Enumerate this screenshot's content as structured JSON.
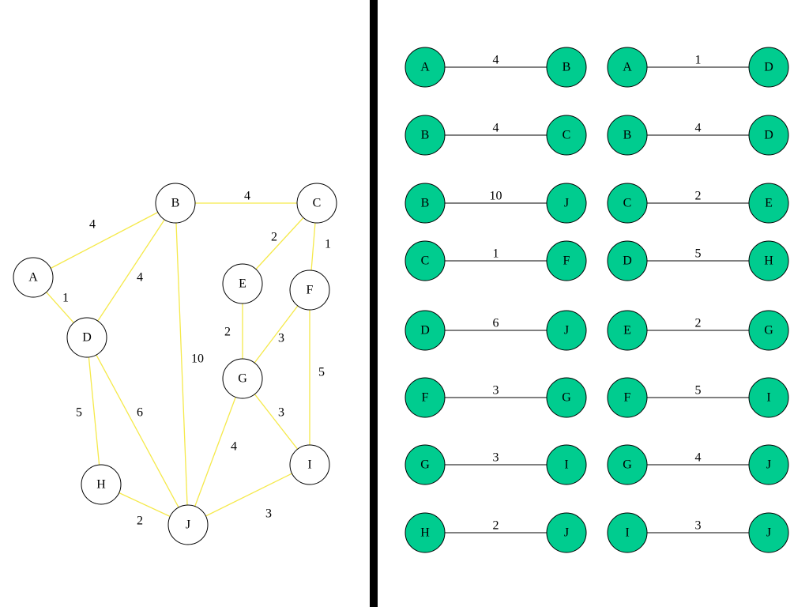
{
  "colors": {
    "background": "#ffffff",
    "graph_edge": "#f5e94a",
    "node_stroke": "#000000",
    "graph_node_fill": "#ffffff",
    "list_node_fill": "#00cc8f",
    "list_edge": "#000000",
    "divider": "#000000"
  },
  "graph": {
    "nodes": [
      "A",
      "B",
      "C",
      "D",
      "E",
      "F",
      "G",
      "H",
      "I",
      "J"
    ],
    "edges": [
      {
        "from": "A",
        "to": "B",
        "weight": "4"
      },
      {
        "from": "A",
        "to": "D",
        "weight": "1"
      },
      {
        "from": "B",
        "to": "C",
        "weight": "4"
      },
      {
        "from": "B",
        "to": "D",
        "weight": "4"
      },
      {
        "from": "B",
        "to": "J",
        "weight": "10"
      },
      {
        "from": "C",
        "to": "E",
        "weight": "2"
      },
      {
        "from": "C",
        "to": "F",
        "weight": "1"
      },
      {
        "from": "D",
        "to": "H",
        "weight": "5"
      },
      {
        "from": "D",
        "to": "J",
        "weight": "6"
      },
      {
        "from": "E",
        "to": "G",
        "weight": "2"
      },
      {
        "from": "F",
        "to": "G",
        "weight": "3"
      },
      {
        "from": "F",
        "to": "I",
        "weight": "5"
      },
      {
        "from": "G",
        "to": "I",
        "weight": "3"
      },
      {
        "from": "G",
        "to": "J",
        "weight": "4"
      },
      {
        "from": "H",
        "to": "J",
        "weight": "2"
      },
      {
        "from": "I",
        "to": "J",
        "weight": "3"
      }
    ]
  },
  "edge_list": [
    {
      "from": "A",
      "to": "B",
      "weight": "4"
    },
    {
      "from": "A",
      "to": "D",
      "weight": "1"
    },
    {
      "from": "B",
      "to": "C",
      "weight": "4"
    },
    {
      "from": "B",
      "to": "D",
      "weight": "4"
    },
    {
      "from": "B",
      "to": "J",
      "weight": "10"
    },
    {
      "from": "C",
      "to": "E",
      "weight": "2"
    },
    {
      "from": "C",
      "to": "F",
      "weight": "1"
    },
    {
      "from": "D",
      "to": "H",
      "weight": "5"
    },
    {
      "from": "D",
      "to": "J",
      "weight": "6"
    },
    {
      "from": "E",
      "to": "G",
      "weight": "2"
    },
    {
      "from": "F",
      "to": "G",
      "weight": "3"
    },
    {
      "from": "F",
      "to": "I",
      "weight": "5"
    },
    {
      "from": "G",
      "to": "I",
      "weight": "3"
    },
    {
      "from": "G",
      "to": "J",
      "weight": "4"
    },
    {
      "from": "H",
      "to": "J",
      "weight": "2"
    },
    {
      "from": "I",
      "to": "J",
      "weight": "3"
    }
  ]
}
